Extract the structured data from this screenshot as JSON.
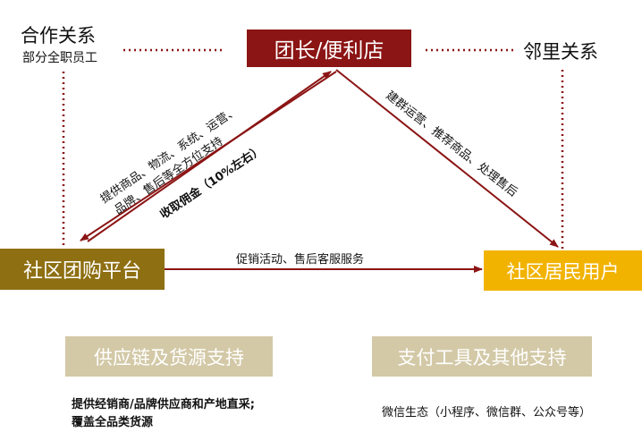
{
  "nodes": {
    "leader": "团长/便利店",
    "platform": "社区团购平台",
    "resident": "社区居民用户",
    "supply": "供应链及货源支持",
    "payment": "支付工具及其他支持"
  },
  "relations": {
    "left_title": "合作关系",
    "left_subtitle": "部分全职员工",
    "right_title": "邻里关系"
  },
  "edges": {
    "platform_to_leader_line1": "提供商品、物流、系统、运营、",
    "platform_to_leader_line2": "品牌、售后等全方位支持",
    "leader_to_platform": "收取佣金（10%左右）",
    "leader_to_resident": "建群运营、推荐商品、处理售后",
    "platform_to_resident": "促销活动、售后客服服务"
  },
  "details": {
    "supply_line1": "提供经销商/品牌供应商和产地直采;",
    "supply_line2": "覆盖全品类货源",
    "payment_line1": "微信生态（小程序、微信群、公众号等）"
  },
  "colors": {
    "leader": "#8b1414",
    "platform": "#8e6f12",
    "resident": "#f2b300",
    "support": "#d3c9a7",
    "arrow": "#8b1414"
  }
}
